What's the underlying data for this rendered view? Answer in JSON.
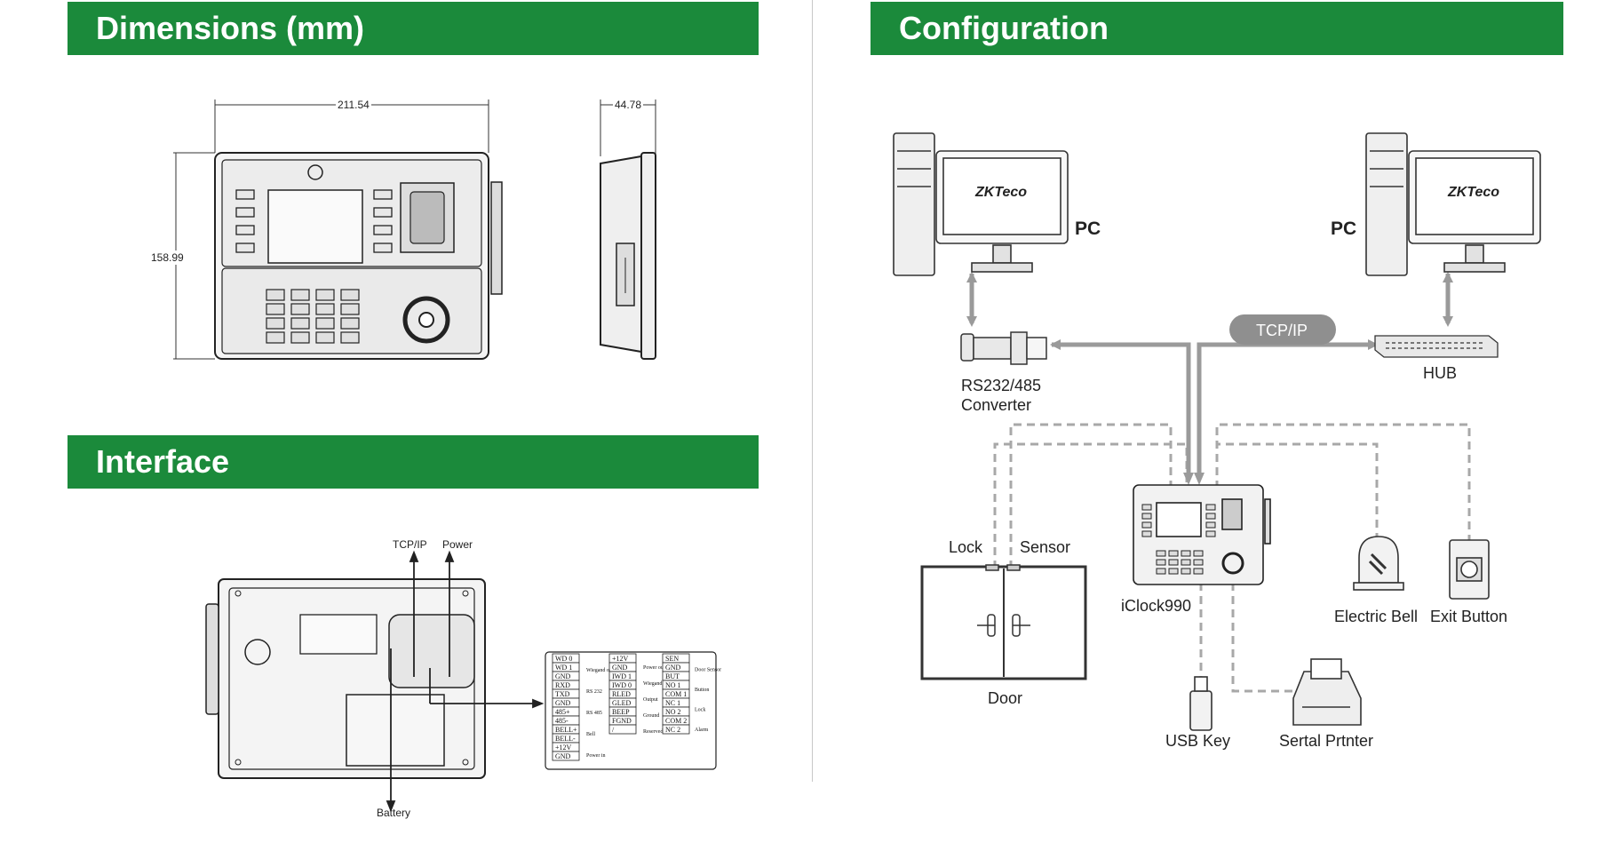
{
  "sections": {
    "dimensions": "Dimensions (mm)",
    "configuration": "Configuration",
    "interface": "Interface"
  },
  "dimensions": {
    "width": "211.54",
    "depth": "44.78",
    "height": "158.99"
  },
  "interface": {
    "tcpip": "TCP/IP",
    "power": "Power",
    "battery": "Battery",
    "terminal_col1": [
      "WD 0",
      "WD 1",
      "GND",
      "RXD",
      "TXD",
      "GND",
      "485+",
      "485-",
      "BELL+",
      "BELL-",
      "+12V",
      "GND"
    ],
    "terminal_col1_notes": [
      "Wiegand out",
      "RS 232",
      "RS 485",
      "Bell",
      "Power in"
    ],
    "terminal_col2": [
      "+12V",
      "GND",
      "IWD 1",
      "IWD 0",
      "RLED",
      "GLED",
      "BEEP",
      "FGND",
      "/"
    ],
    "terminal_col2_notes": [
      "Power out",
      "Wiegand in",
      "Output",
      "Ground",
      "Reserved"
    ],
    "terminal_col3": [
      "SEN",
      "GND",
      "BUT",
      "NO 1",
      "COM 1",
      "NC 1",
      "NO 2",
      "COM 2",
      "NC 2"
    ],
    "terminal_col3_notes": [
      "Door Sensor",
      "Button",
      "Lock",
      "Alarm"
    ]
  },
  "configuration": {
    "pc_left": "PC",
    "pc_right": "PC",
    "brand_left": "ZKTeco",
    "brand_right": "ZKTeco",
    "tcpip": "TCP/IP",
    "hub": "HUB",
    "converter_line1": "RS232/485",
    "converter_line2": "Converter",
    "lock": "Lock",
    "sensor": "Sensor",
    "door": "Door",
    "device": "iClock990",
    "electric_bell": "Electric Bell",
    "exit_button": "Exit Button",
    "usb_key": "USB Key",
    "printer": "Sertal Prtnter"
  },
  "colors": {
    "banner": "#1b8a3b",
    "connector": "#9a9a9a",
    "dashed": "#a8a8a8"
  }
}
